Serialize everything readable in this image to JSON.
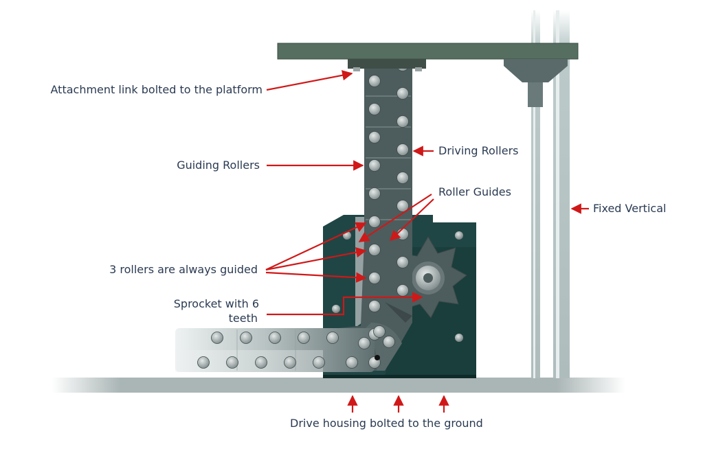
{
  "labels": {
    "attachment": "Attachment link bolted to the platform",
    "guiding_rollers": "Guiding Rollers",
    "driving_rollers": "Driving Rollers",
    "roller_guides": "Roller Guides",
    "fixed_vertical": "Fixed Vertical",
    "three_rollers": "3 rollers are always guided",
    "sprocket_line1": "Sprocket with 6",
    "sprocket_line2": "teeth",
    "drive_housing": "Drive housing bolted to the ground"
  },
  "colors": {
    "arrow": "#d01818",
    "label_text": "#2a3a52",
    "platform": "#566e60",
    "chain": "#4d5c5d",
    "roller": "#9aa3a3",
    "housing": "#1f4645",
    "guide": "#9ca7a8",
    "ground": "#a9b4b4",
    "pole": "#b9c6c6"
  }
}
